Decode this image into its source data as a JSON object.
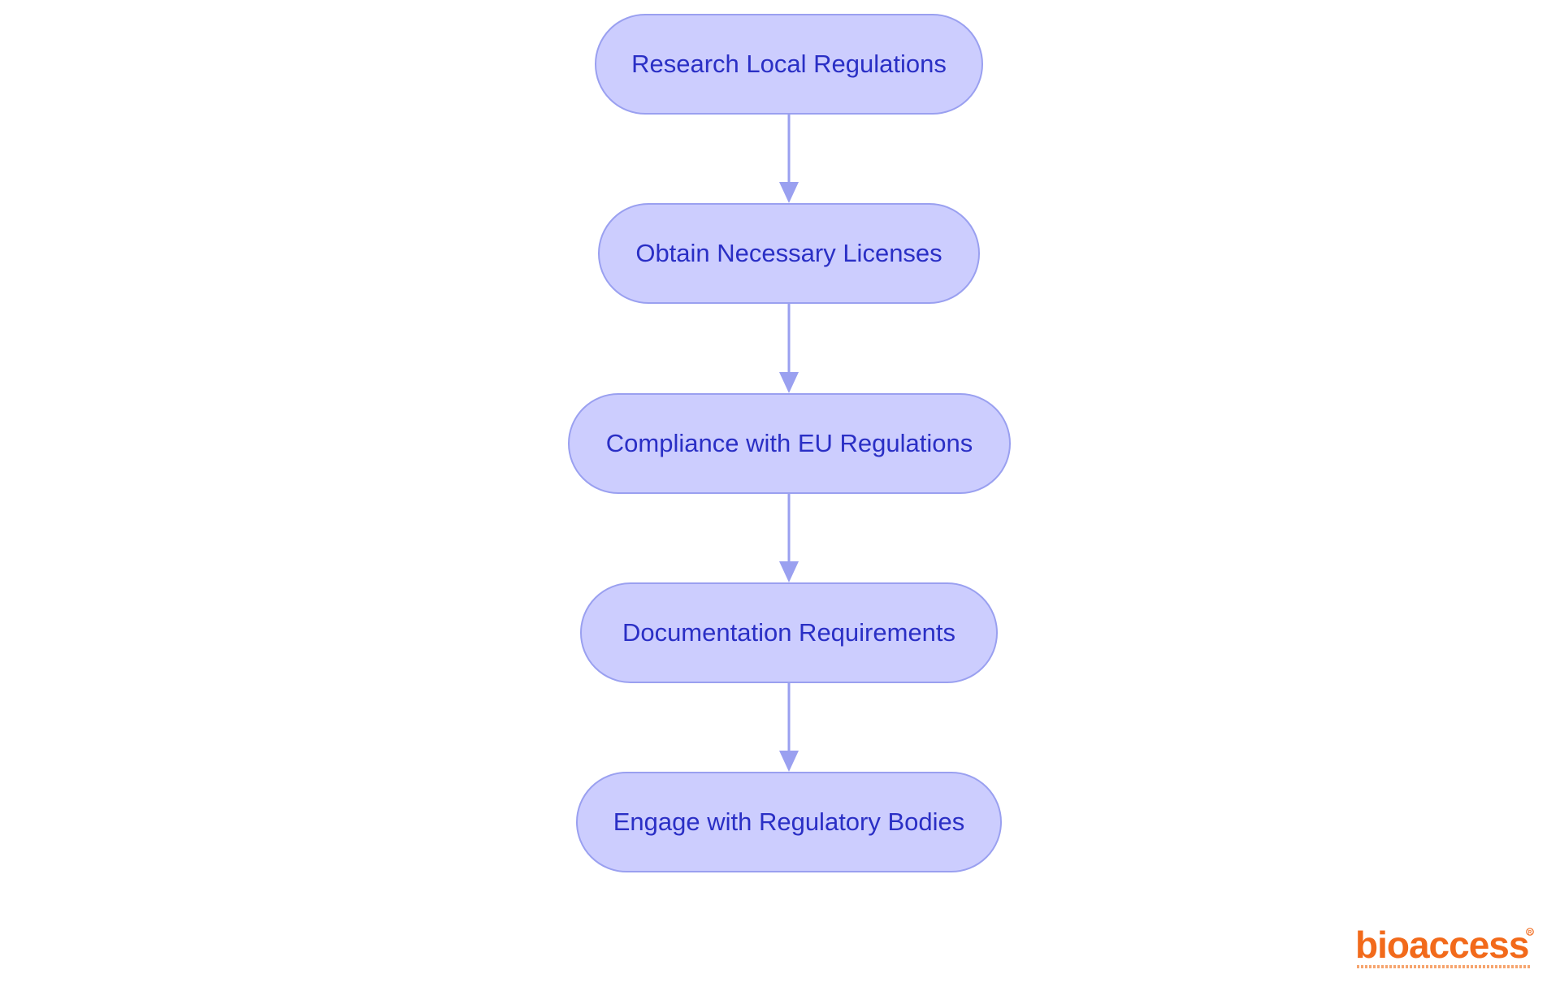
{
  "diagram": {
    "type": "vertical-flowchart",
    "colors": {
      "node_fill": "#cccdfe",
      "node_border": "#9aa0f0",
      "node_text": "#2a2fc5",
      "connector": "#9aa0f0"
    },
    "nodes": [
      {
        "id": "n1",
        "label": "Research Local Regulations"
      },
      {
        "id": "n2",
        "label": "Obtain Necessary Licenses"
      },
      {
        "id": "n3",
        "label": "Compliance with EU Regulations"
      },
      {
        "id": "n4",
        "label": "Documentation Requirements"
      },
      {
        "id": "n5",
        "label": "Engage with Regulatory Bodies"
      }
    ],
    "edges": [
      {
        "from": "n1",
        "to": "n2"
      },
      {
        "from": "n2",
        "to": "n3"
      },
      {
        "from": "n3",
        "to": "n4"
      },
      {
        "from": "n4",
        "to": "n5"
      }
    ]
  },
  "logo": {
    "wordmark": "bioaccess",
    "registered_mark": "®",
    "color": "#f26a1b"
  }
}
